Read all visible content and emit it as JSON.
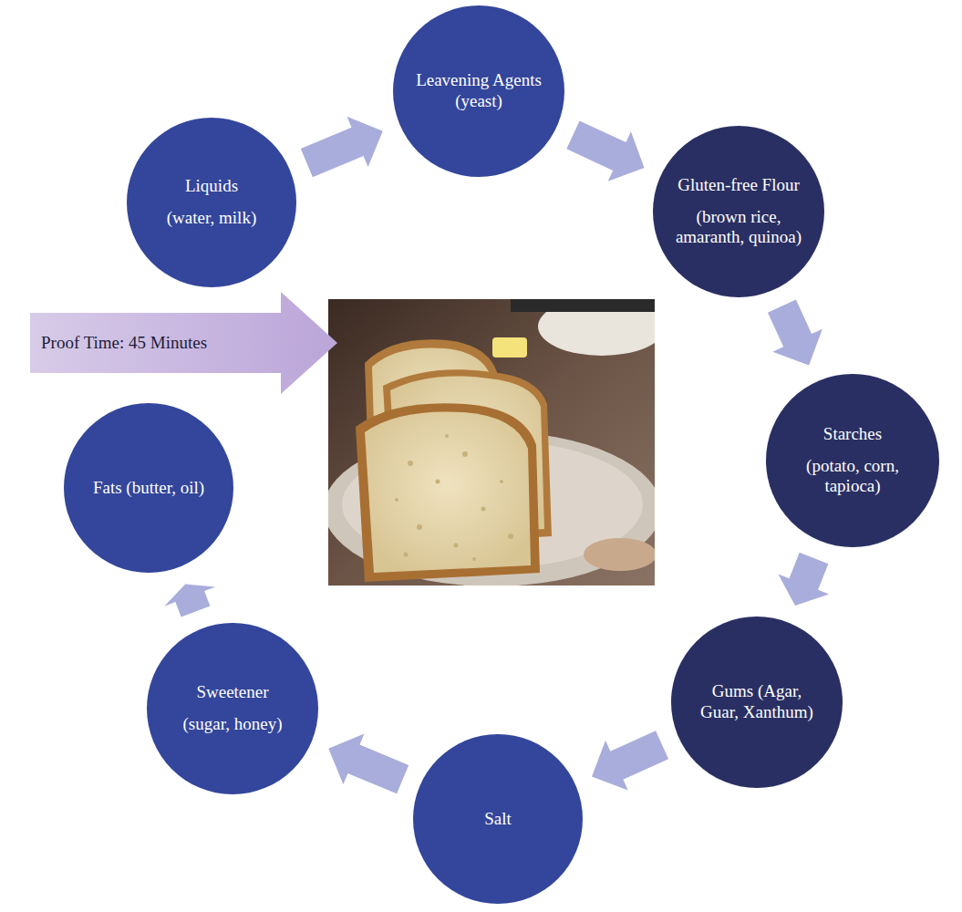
{
  "diagram": {
    "nodes": [
      {
        "text": [
          "Liquids",
          "(water, milk)"
        ]
      },
      {
        "text": [
          "Leavening Agents (yeast)"
        ]
      },
      {
        "text": [
          "Gluten-free Flour",
          "(brown rice, amaranth, quinoa)"
        ]
      },
      {
        "text": [
          "Starches",
          "(potato, corn, tapioca)"
        ]
      },
      {
        "text": [
          "Gums (Agar, Guar, Xanthum)"
        ]
      },
      {
        "text": [
          "Salt"
        ]
      },
      {
        "text": [
          "Sweetener",
          "(sugar, honey)"
        ]
      },
      {
        "text": [
          "Fats (butter, oil)"
        ]
      },
      {
        "text": [
          "Proof Time: 45 Minutes"
        ]
      }
    ],
    "edges": [
      {
        "from": 0,
        "to": 1,
        "arrow": "to"
      },
      {
        "from": 1,
        "to": 2,
        "arrow": "to"
      },
      {
        "from": 2,
        "to": 3,
        "arrow": "to"
      },
      {
        "from": 3,
        "to": 4,
        "arrow": "to"
      },
      {
        "from": 4,
        "to": 5,
        "arrow": "to"
      },
      {
        "from": 5,
        "to": 6,
        "arrow": "to"
      },
      {
        "from": 6,
        "to": 7,
        "arrow": "to"
      }
    ]
  }
}
